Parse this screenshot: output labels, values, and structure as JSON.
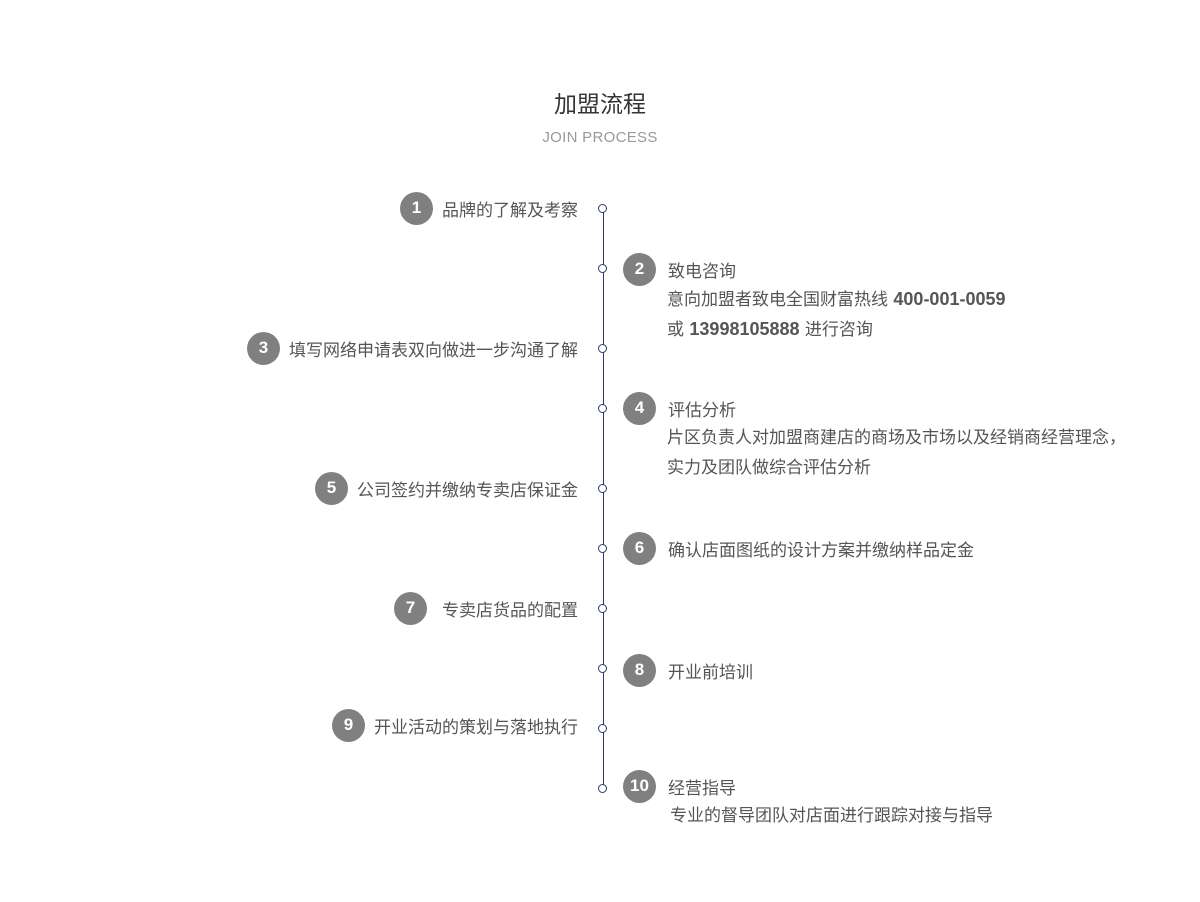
{
  "header": {
    "title": "加盟流程",
    "subtitle": "JOIN PROCESS"
  },
  "steps": [
    {
      "num": "1",
      "title": "品牌的了解及考察"
    },
    {
      "num": "2",
      "title": "致电咨询",
      "desc1_a": "意向加盟者致电全国财富热线 ",
      "desc1_num": "400-001-0059",
      "desc2_a": "或 ",
      "desc2_num": "13998105888",
      "desc2_b": " 进行咨询"
    },
    {
      "num": "3",
      "title": "填写网络申请表双向做进一步沟通了解"
    },
    {
      "num": "4",
      "title": "评估分析",
      "desc1": "片区负责人对加盟商建店的商场及市场以及经销商经营理念，",
      "desc2": "实力及团队做综合评估分析"
    },
    {
      "num": "5",
      "title": "公司签约并缴纳专卖店保证金"
    },
    {
      "num": "6",
      "title": "确认店面图纸的设计方案并缴纳样品定金"
    },
    {
      "num": "7",
      "title": "专卖店货品的配置"
    },
    {
      "num": "8",
      "title": "开业前培训"
    },
    {
      "num": "9",
      "title": "开业活动的策划与落地执行"
    },
    {
      "num": "10",
      "title": "经营指导",
      "desc1": "专业的督导团队对店面进行跟踪对接与指导"
    }
  ],
  "colors": {
    "badge": "#808080",
    "line": "#2f3a6b",
    "text": "#555555",
    "title": "#333333",
    "subtitle": "#999999"
  }
}
